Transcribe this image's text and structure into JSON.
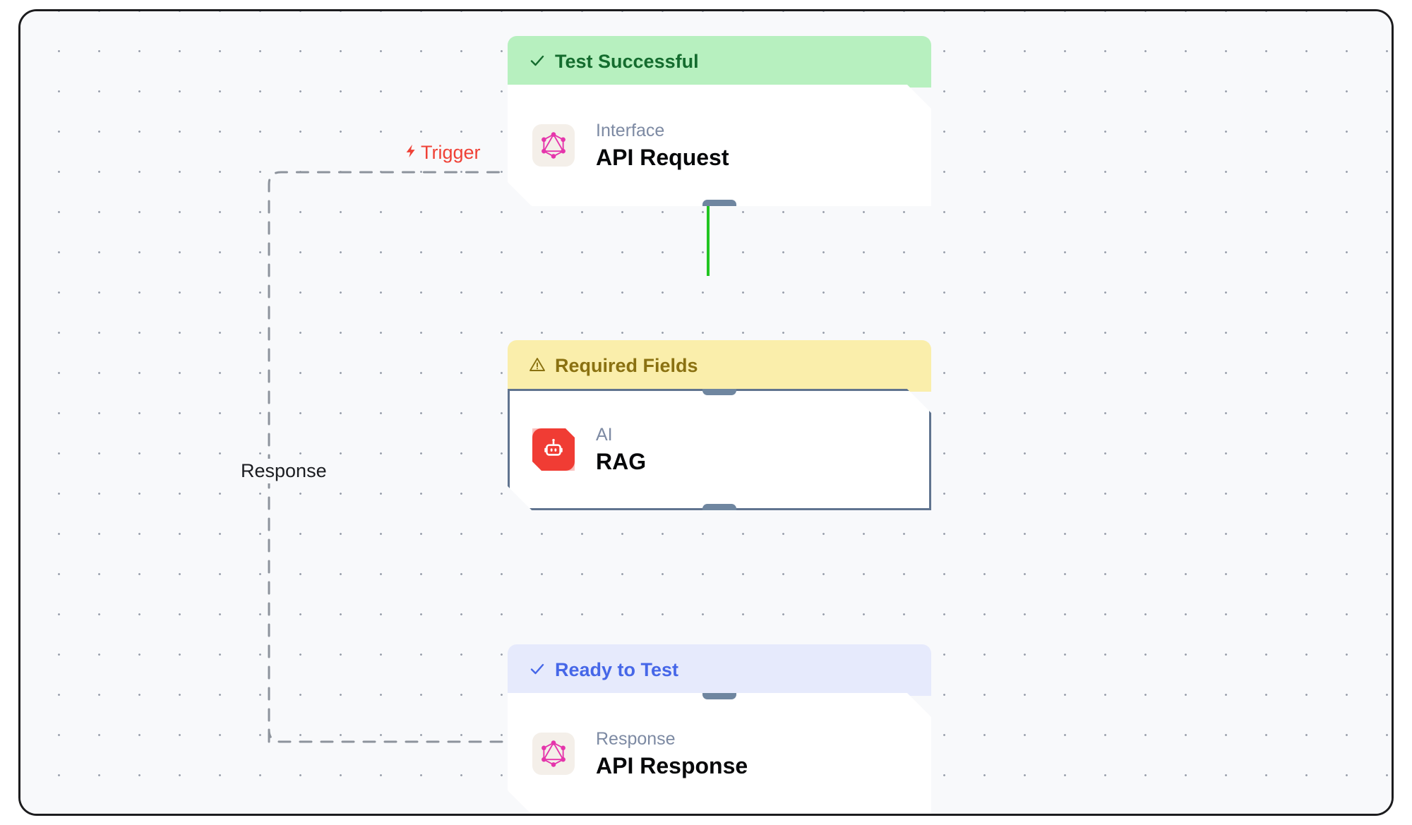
{
  "canvas": {
    "background_color": "#f8f9fb",
    "dot_color": "#9aa0ac",
    "frame_border_color": "#1c1c1e"
  },
  "edges": [
    {
      "id": "trigger-edge",
      "label": "Trigger",
      "icon": "lightning-bolt-icon",
      "glyph": "⚡",
      "color": "#ef4136",
      "style": "dashed"
    },
    {
      "id": "response-edge",
      "label": "Response",
      "color": "#1b1d21",
      "style": "dashed"
    },
    {
      "id": "request-to-rag-edge",
      "label": "",
      "color": "#22c522",
      "style": "solid"
    },
    {
      "id": "rag-to-response-edge",
      "label": "",
      "color": "#6f86a0",
      "style": "solid"
    }
  ],
  "nodes": [
    {
      "id": "api-request-node",
      "status": {
        "label": "Test Successful",
        "icon": "check-icon",
        "glyph": "✓",
        "state": "success",
        "background_color": "#b7f0bf",
        "text_color": "#146c2e"
      },
      "icon": "graphql-icon",
      "icon_color": "#e535ab",
      "kind": "Interface",
      "title": "API Request",
      "selected": false
    },
    {
      "id": "rag-node",
      "status": {
        "label": "Required Fields",
        "icon": "warning-triangle-icon",
        "glyph": "⚠",
        "state": "warning",
        "background_color": "#faeeab",
        "text_color": "#8a7111"
      },
      "icon": "robot-icon",
      "icon_color": "#f03c34",
      "kind": "AI",
      "title": "RAG",
      "selected": true
    },
    {
      "id": "api-response-node",
      "status": {
        "label": "Ready to Test",
        "icon": "check-icon",
        "glyph": "✓",
        "state": "ready",
        "background_color": "#e6eafc",
        "text_color": "#4667e8"
      },
      "icon": "graphql-icon",
      "icon_color": "#e535ab",
      "kind": "Response",
      "title": "API Response",
      "selected": false
    }
  ]
}
